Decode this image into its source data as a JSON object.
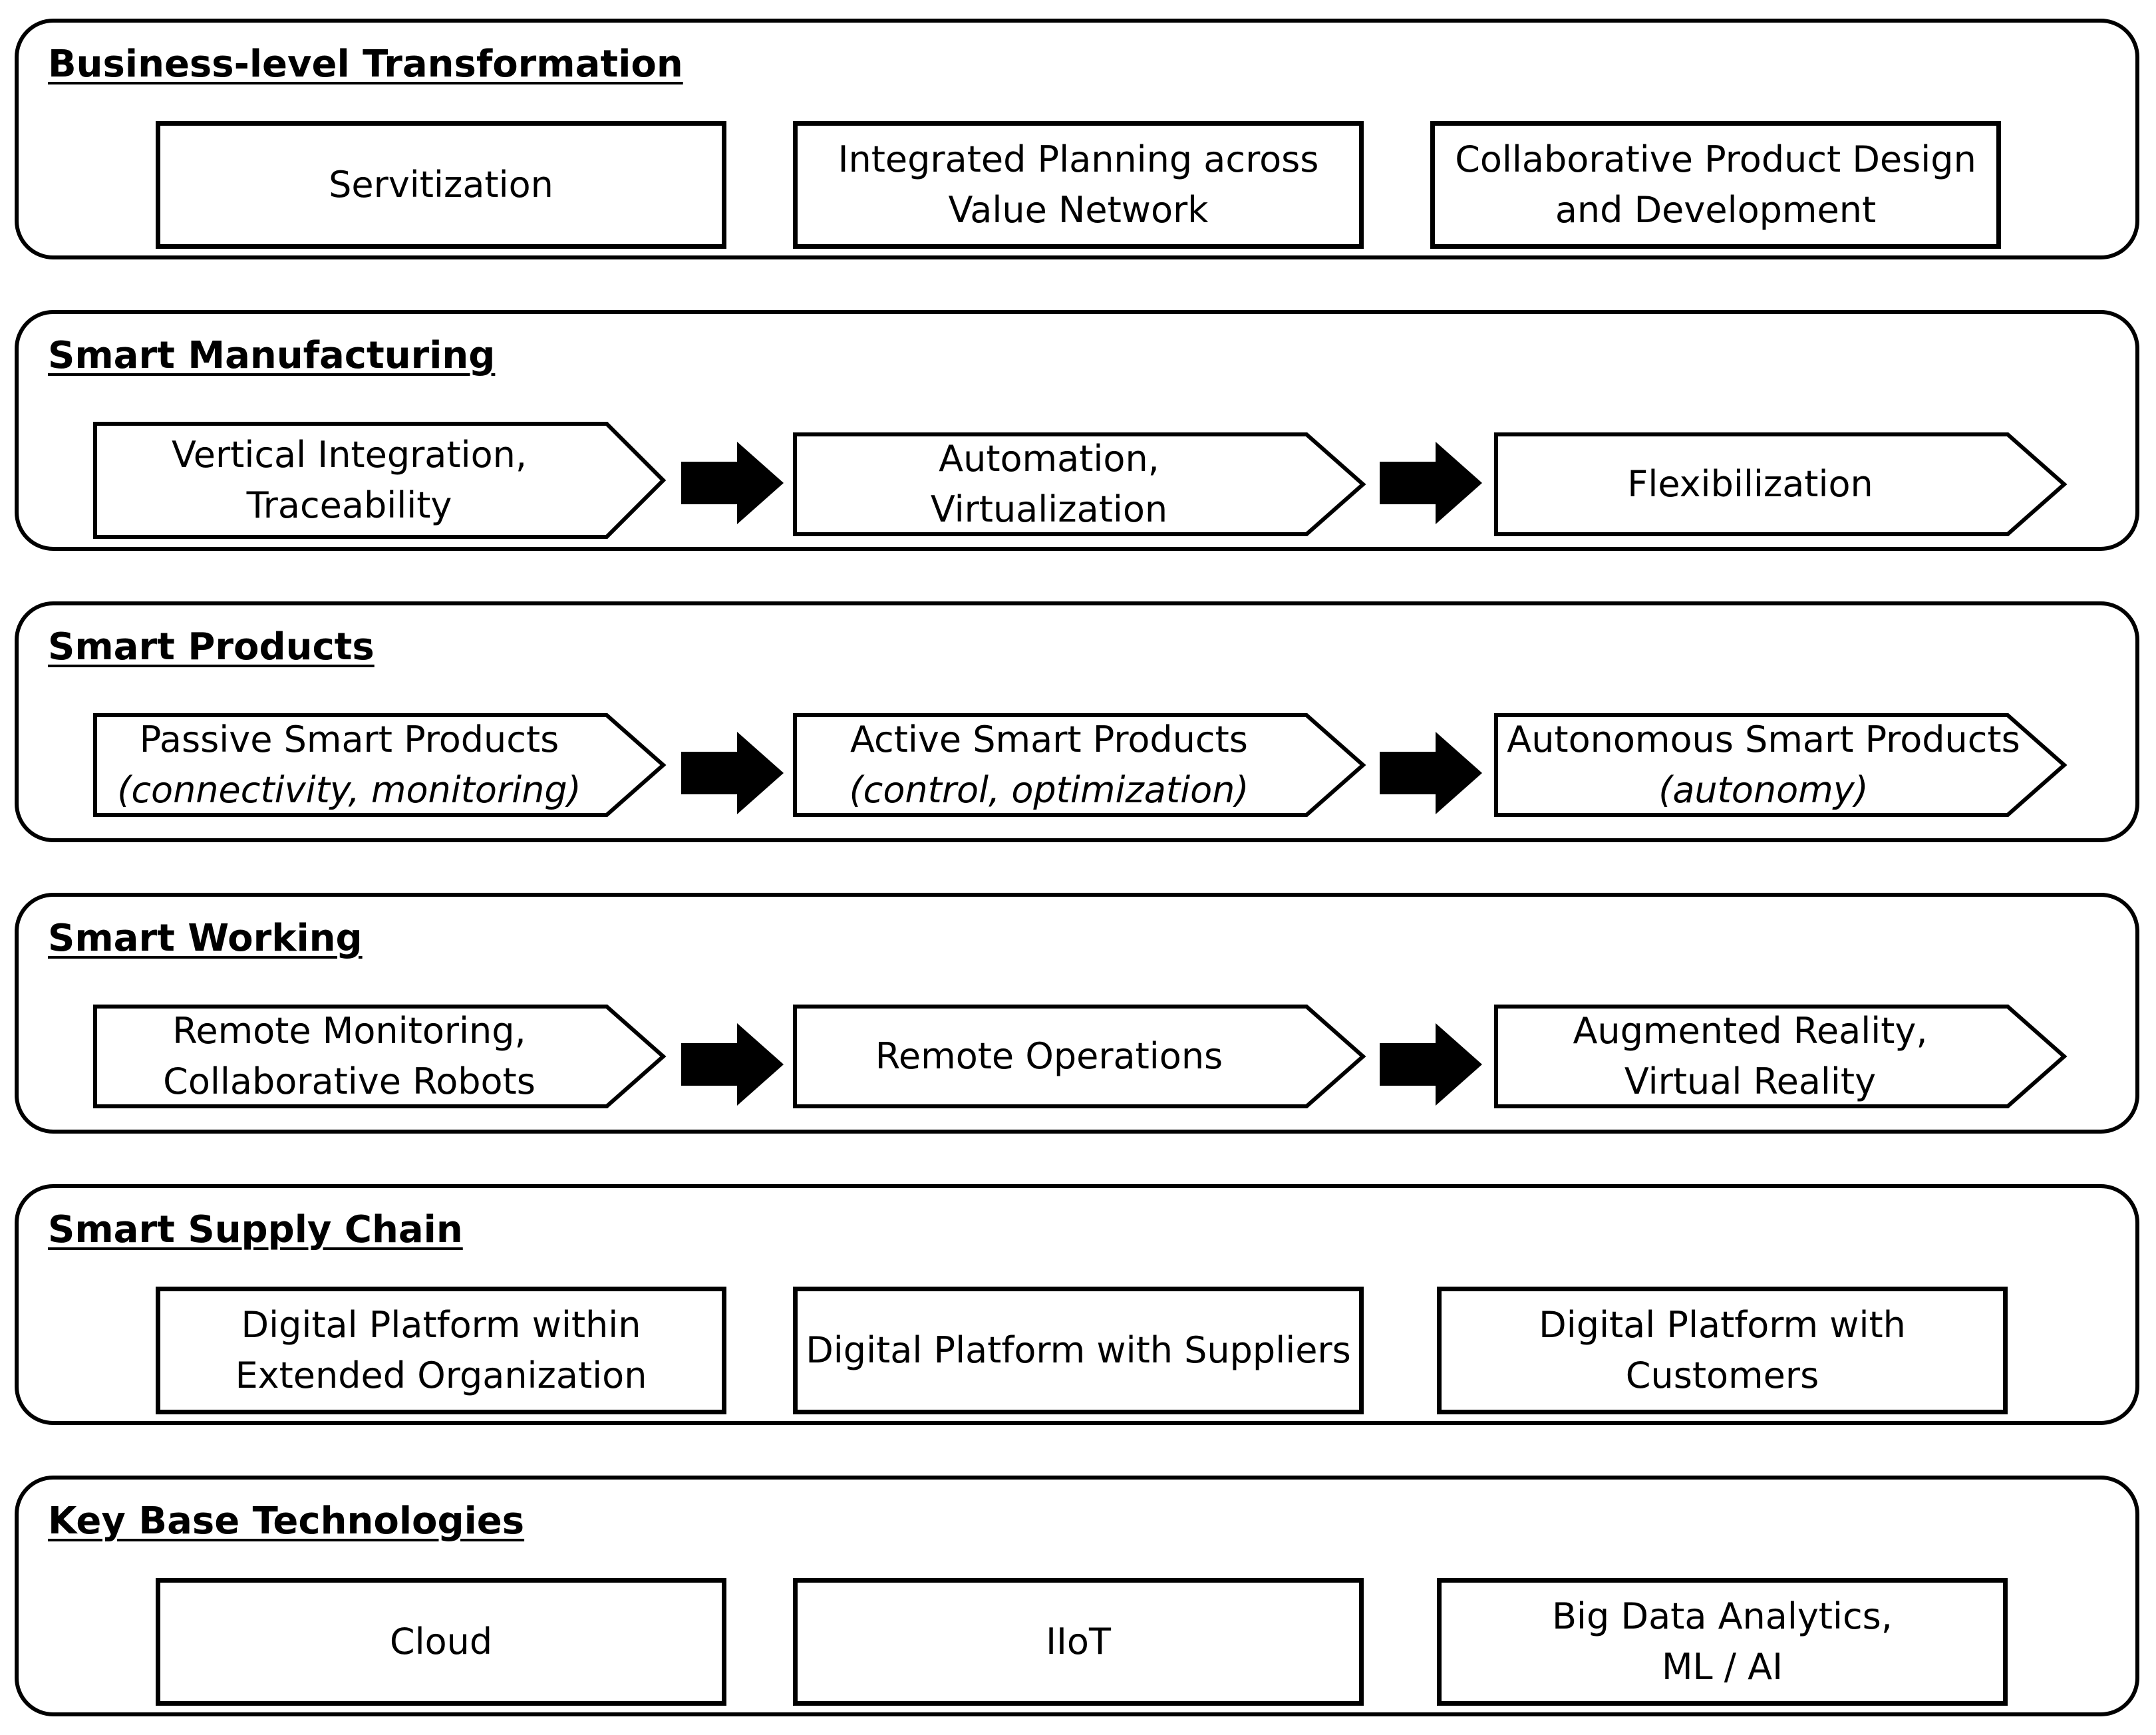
{
  "panels": {
    "business": {
      "title": "Business-level Transformation",
      "items": [
        {
          "lines": [
            "Servitization"
          ]
        },
        {
          "lines": [
            "Integrated Planning across",
            "Value Network"
          ]
        },
        {
          "lines": [
            "Collaborative Product Design",
            "and Development"
          ]
        }
      ]
    },
    "manufacturing": {
      "title": "Smart Manufacturing",
      "items": [
        {
          "lines": [
            "Vertical Integration,",
            "Traceability"
          ]
        },
        {
          "lines": [
            "Automation,",
            "Virtualization"
          ]
        },
        {
          "lines": [
            "Flexibilization"
          ]
        }
      ]
    },
    "products": {
      "title": "Smart Products",
      "items": [
        {
          "lines": [
            "Passive Smart Products",
            "(connectivity, monitoring)"
          ]
        },
        {
          "lines": [
            "Active Smart Products",
            "(control, optimization)"
          ]
        },
        {
          "lines": [
            "Autonomous Smart Products",
            "(autonomy)"
          ]
        }
      ]
    },
    "working": {
      "title": "Smart Working",
      "items": [
        {
          "lines": [
            "Remote Monitoring,",
            "Collaborative Robots"
          ]
        },
        {
          "lines": [
            "Remote Operations"
          ]
        },
        {
          "lines": [
            "Augmented Reality,",
            "Virtual Reality"
          ]
        }
      ]
    },
    "supply": {
      "title": "Smart Supply Chain",
      "items": [
        {
          "lines": [
            "Digital Platform within",
            "Extended Organization"
          ]
        },
        {
          "lines": [
            "Digital Platform with Suppliers"
          ]
        },
        {
          "lines": [
            "Digital Platform with",
            "Customers"
          ]
        }
      ]
    },
    "tech": {
      "title": "Key Base Technologies",
      "items": [
        {
          "lines": [
            "Cloud"
          ]
        },
        {
          "lines": [
            "IIoT"
          ]
        },
        {
          "lines": [
            "Big Data Analytics,",
            "ML / AI"
          ]
        }
      ]
    }
  }
}
